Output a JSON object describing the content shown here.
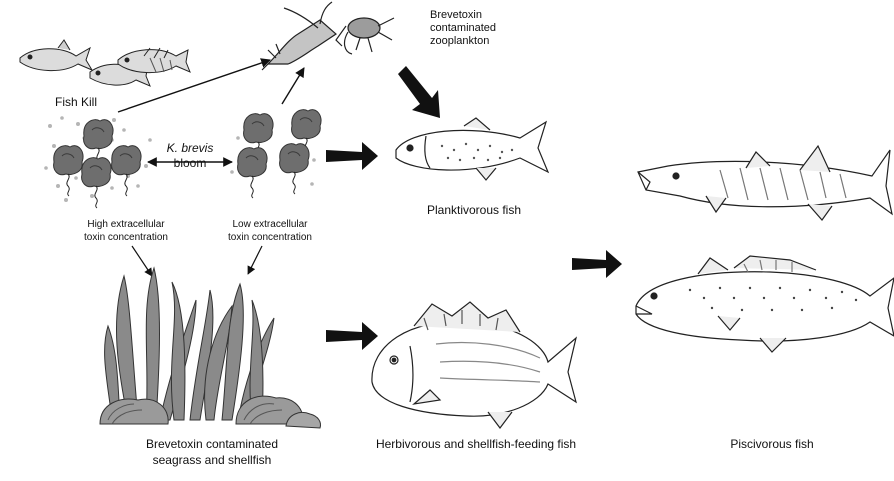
{
  "labels": {
    "fish_kill": "Fish Kill",
    "zooplankton": [
      "Brevetoxin",
      "contaminated",
      "zooplankton"
    ],
    "bloom_species": "K. brevis",
    "bloom_word": "bloom",
    "high_toxin": [
      "High extracellular",
      "toxin concentration"
    ],
    "low_toxin": [
      "Low extracellular",
      "toxin concentration"
    ],
    "planktivorous": "Planktivorous fish",
    "herbivorous": "Herbivorous and shellfish-feeding fish",
    "seagrass": [
      "Brevetoxin contaminated",
      "seagrass and shellfish"
    ],
    "piscivorous": "Piscivorous fish"
  },
  "colors": {
    "ink": "#111111",
    "algae": "#6e6e6e",
    "dots": "#b5b5b5",
    "seagrass": "#7a7a7a",
    "shell": "#9a9a9a"
  },
  "icons": [
    "fish-school-icon",
    "copepod-icon",
    "algae-cell-icon",
    "seagrass-icon",
    "shellfish-icon",
    "herring-icon",
    "porgy-icon",
    "barracuda-icon",
    "seatrout-icon"
  ]
}
